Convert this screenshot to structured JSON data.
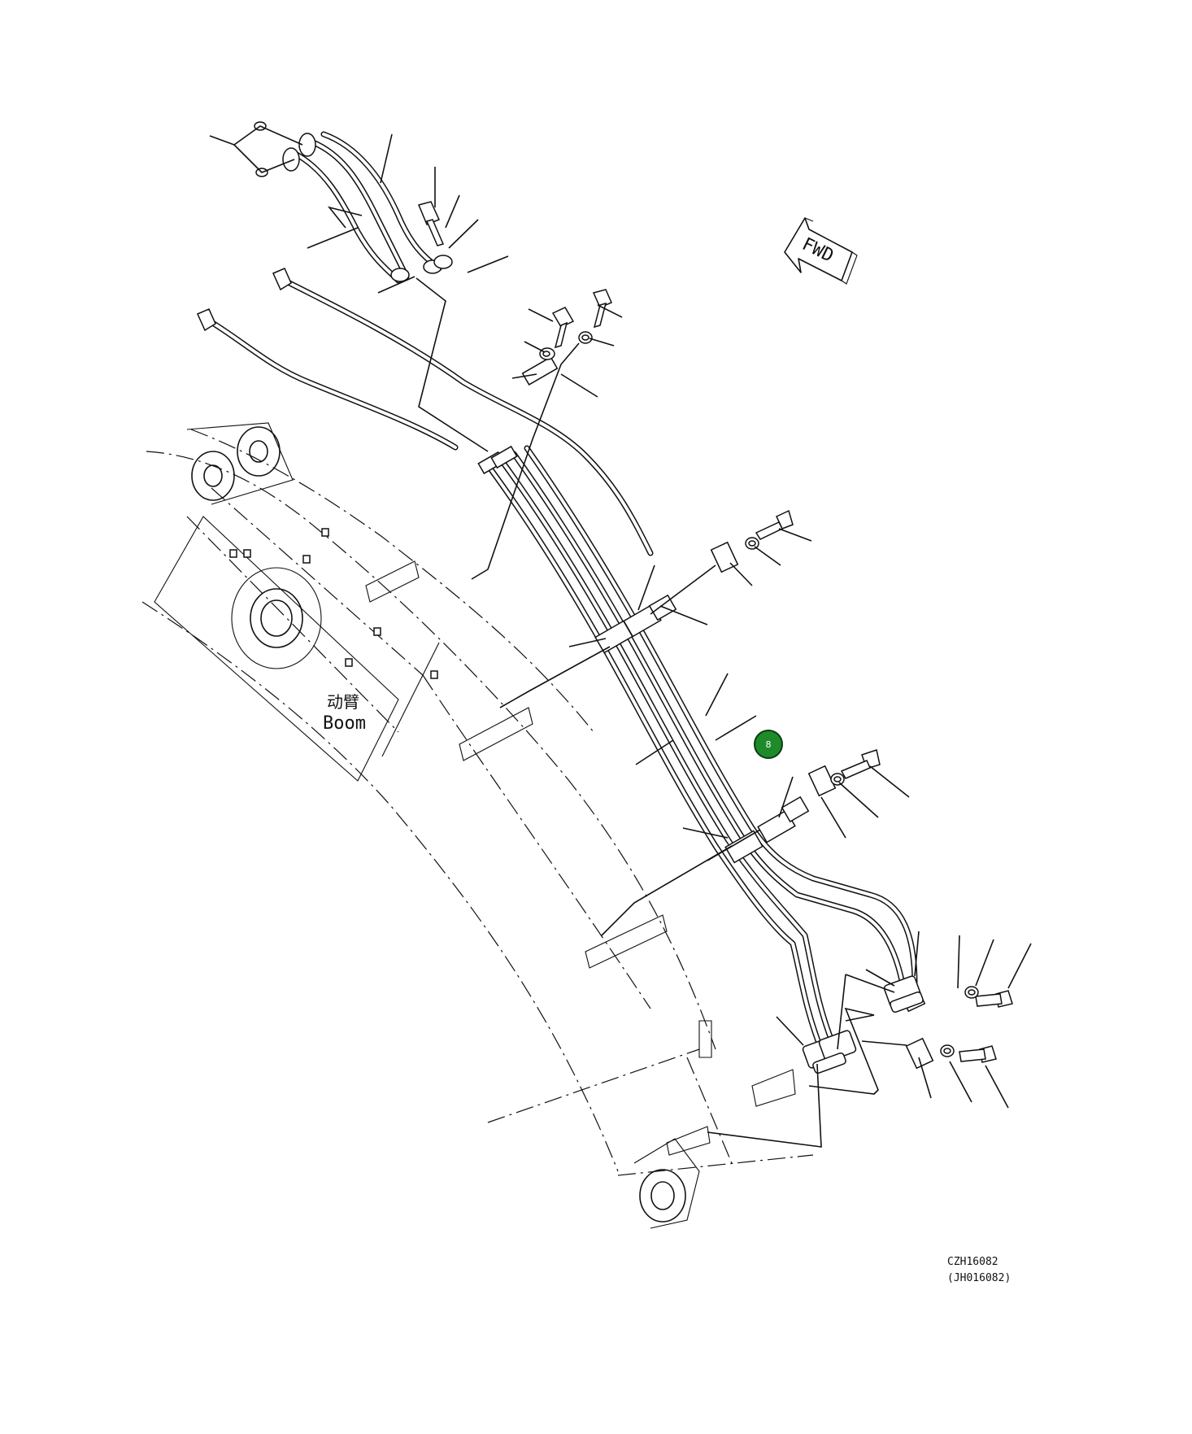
{
  "drawing": {
    "label_cn": "动臂",
    "label_en": "Boom",
    "direction_label": "FWD",
    "code_primary": "CZH16082",
    "code_secondary": "(JH016082)"
  },
  "marker": {
    "number": "8",
    "color": "#1e8a2a",
    "border": "#0c3d12"
  }
}
